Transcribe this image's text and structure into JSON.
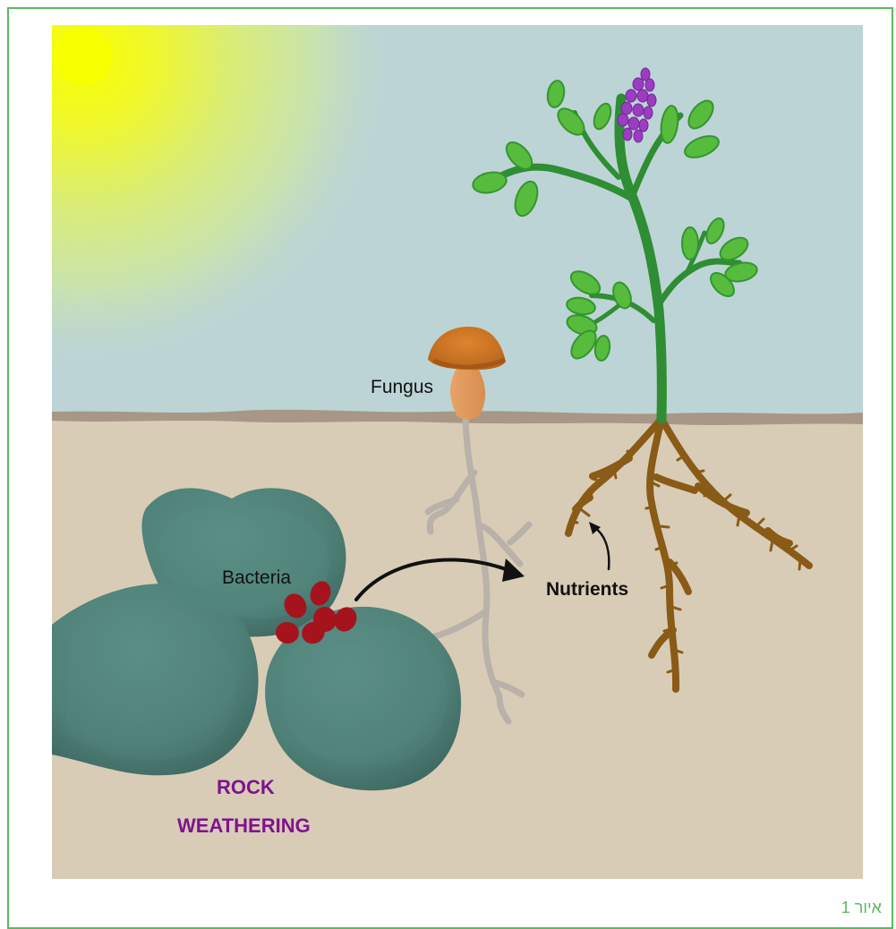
{
  "labels": {
    "fungus": "Fungus",
    "bacteria": "Bacteria",
    "nutrients": "Nutrients",
    "rock": "ROCK",
    "weathering": "WEATHERING"
  },
  "caption": "איור 1",
  "colors": {
    "sky": "#bcd4d6",
    "soil": "#d8ccb6",
    "rock": "#4f8178",
    "bacteria": "#a5141d",
    "fungus_cap": "#cf7622",
    "stem": "#2f8d33",
    "leaf": "#57bb3d",
    "flower": "#9b3cc1",
    "roots": "#8a5a17",
    "hyphae": "#b9b1aa",
    "label_purple": "#80128f",
    "frame": "#5bb85f"
  }
}
